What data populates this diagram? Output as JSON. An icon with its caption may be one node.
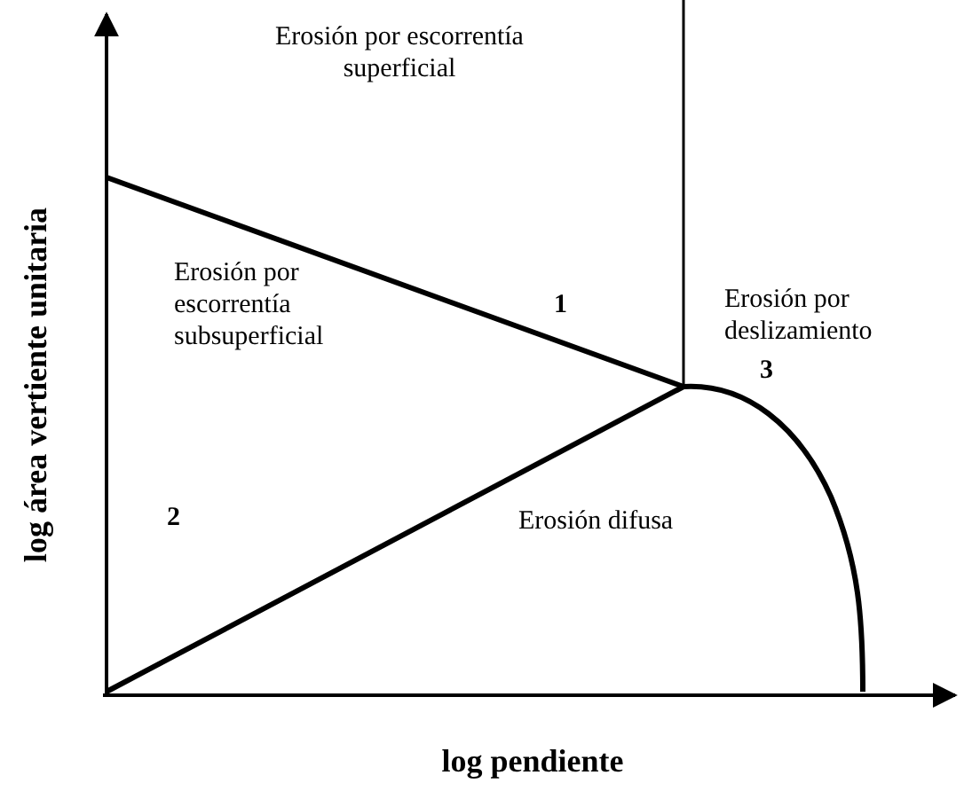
{
  "diagram": {
    "labels": [
      "Erosión por escorrentía superficial",
      "1",
      "Erosión por deslizamiento",
      "Erosión por escorrentía subsuperficial",
      "3",
      "2",
      "Erosión difusa",
      "log área vertiente unitaria",
      "log pendiente"
    ]
  }
}
